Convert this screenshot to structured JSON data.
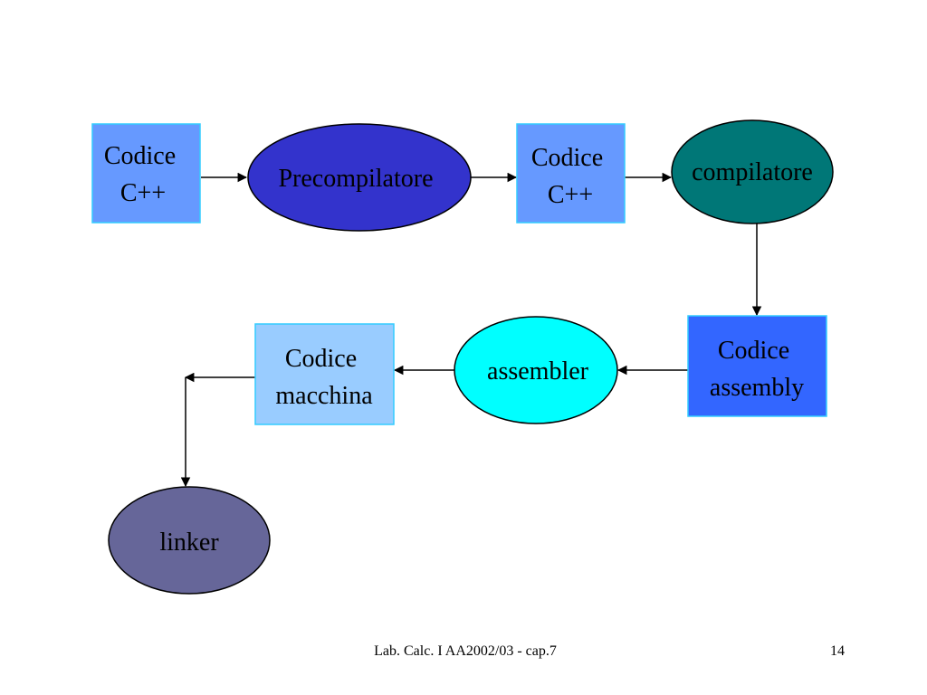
{
  "colors": {
    "box_light": "#6699ff",
    "box_lightest": "#99ccff",
    "box_blue": "#3366ff",
    "box_border": "#33ccff",
    "precompiler_fill": "#3333cc",
    "compiler_fill": "#007777",
    "assembler_fill": "#00ffff",
    "linker_fill": "#666699",
    "arrow": "#000000"
  },
  "nodes": {
    "source_code_1": {
      "line1": "Codice",
      "line2": "C++"
    },
    "precompiler": {
      "label": "Precompilatore"
    },
    "source_code_2": {
      "line1": "Codice",
      "line2": "C++"
    },
    "compiler": {
      "label": "compilatore"
    },
    "assembly_code": {
      "line1": "Codice",
      "line2": "assembly"
    },
    "assembler": {
      "label": "assembler"
    },
    "machine_code": {
      "line1": "Codice",
      "line2": "macchina"
    },
    "linker": {
      "label": "linker"
    }
  },
  "footer": {
    "course": "Lab. Calc. I AA2002/03 - cap.7",
    "page_number": "14"
  }
}
